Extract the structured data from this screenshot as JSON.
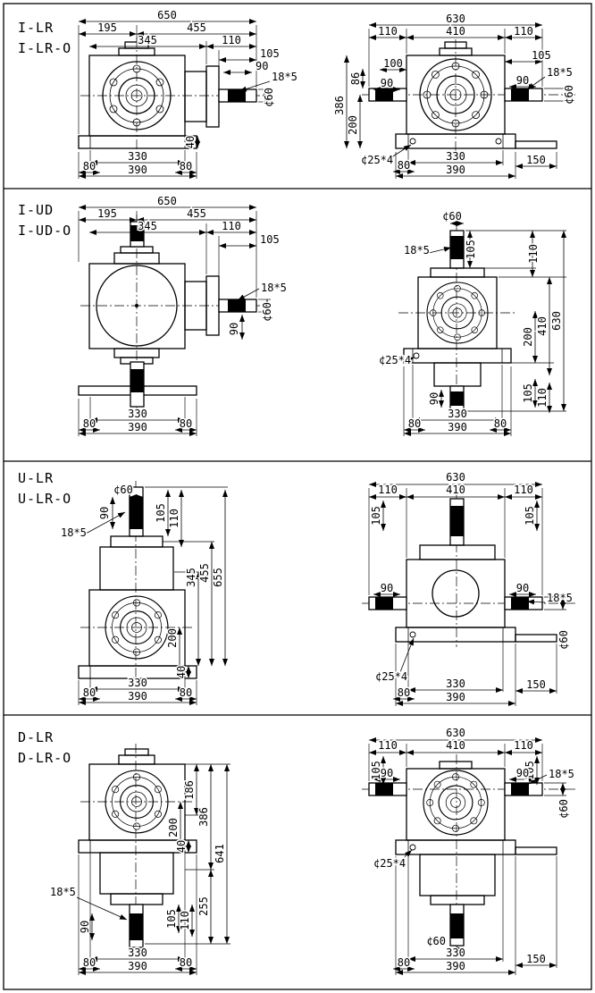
{
  "rows": [
    {
      "label1": "I-LR",
      "label2": "I-LR-O"
    },
    {
      "label1": "I-UD",
      "label2": "I-UD-O"
    },
    {
      "label1": "U-LR",
      "label2": "U-LR-O"
    },
    {
      "label1": "D-LR",
      "label2": "D-LR-O"
    }
  ],
  "dims": {
    "d650": "650",
    "d195": "195",
    "d455": "455",
    "d345": "345",
    "d110": "110",
    "d105": "105",
    "d100": "100",
    "d90": "90",
    "d86": "86",
    "d80": "80",
    "d40": "40",
    "d330": "330",
    "d390": "390",
    "d630": "630",
    "d410": "410",
    "d386": "386",
    "d200": "200",
    "d150": "150",
    "d655": "655",
    "d186": "186",
    "d641": "641",
    "d255": "255",
    "key": "18*5",
    "dia60": "¢60",
    "dia25": "¢25*4"
  }
}
